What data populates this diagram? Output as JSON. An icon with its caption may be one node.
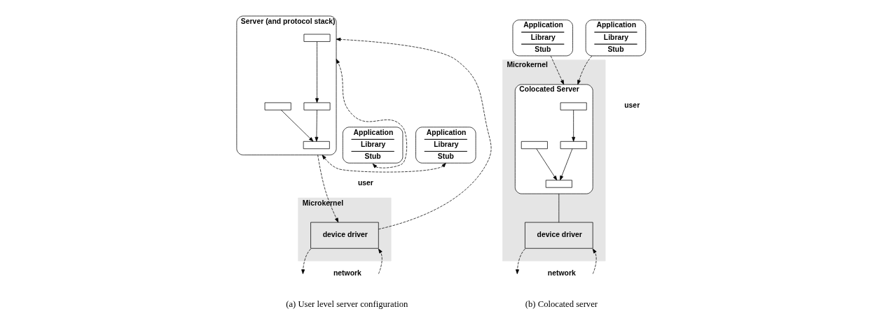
{
  "diagram": {
    "nodes": [
      {
        "text": [
          "Application",
          "Library",
          "Stub"
        ]
      },
      {
        "text": [
          "Server (and protocol stack)"
        ]
      },
      {
        "text": [],
        "shape": "box",
        "in": 1
      },
      {
        "text": [],
        "shape": "box",
        "in": 1
      },
      {
        "text": [],
        "shape": "box",
        "in": 1
      },
      {
        "text": [],
        "shape": "box",
        "in": 1
      },
      {
        "text": [
          "Application",
          "Library",
          "Stub"
        ]
      },
      {
        "text": [
          "Microkernel"
        ]
      },
      {
        "text": [
          "device driver"
        ],
        "in": 7
      },
      {
        "text": [
          "Application",
          "Library",
          "Stub"
        ]
      },
      {
        "text": [
          "Application",
          "Library",
          "Stub"
        ]
      },
      {
        "text": [
          "Microkernel"
        ]
      },
      {
        "text": [
          "Colocated Server"
        ],
        "in": 11
      },
      {
        "text": [],
        "shape": "box",
        "in": 12
      },
      {
        "text": [],
        "shape": "box",
        "in": 12
      },
      {
        "text": [],
        "shape": "box",
        "in": 12
      },
      {
        "text": [],
        "shape": "box",
        "in": 12
      },
      {
        "text": [
          "device driver"
        ],
        "in": 11
      }
    ],
    "edges": [
      {
        "from": 2,
        "to": 3,
        "arrow": "to"
      },
      {
        "from": 3,
        "to": 5,
        "arrow": "to"
      },
      {
        "from": 4,
        "to": 5,
        "arrow": "to"
      },
      {
        "from": 0,
        "to": 1,
        "arrow": "both",
        "style": "dashed"
      },
      {
        "from": 1,
        "to": 6,
        "arrow": "both",
        "style": "dashed"
      },
      {
        "from": 1,
        "to": 8,
        "arrow": "to",
        "style": "dashed"
      },
      {
        "from": 8,
        "to": 1,
        "arrow": "to",
        "style": "dashed"
      },
      {
        "from": 8,
        "to": null,
        "arrow": "to",
        "style": "dashed"
      },
      {
        "from": null,
        "to": 8,
        "arrow": "to",
        "style": "dashed"
      },
      {
        "from": 9,
        "to": 12,
        "arrow": "to",
        "style": "dashed"
      },
      {
        "from": 10,
        "to": 12,
        "arrow": "to",
        "style": "dashed"
      },
      {
        "from": 13,
        "to": 14,
        "arrow": "to"
      },
      {
        "from": 14,
        "to": 16,
        "arrow": "to"
      },
      {
        "from": 15,
        "to": 16,
        "arrow": "to"
      },
      {
        "from": 12,
        "to": 17,
        "arrow": "none"
      },
      {
        "from": 17,
        "to": null,
        "arrow": "to",
        "style": "dashed"
      },
      {
        "from": null,
        "to": 17,
        "arrow": "to",
        "style": "dashed"
      }
    ],
    "labels": [
      "user",
      "network",
      "(a) User level server configuration",
      "user",
      "network",
      "(b) Colocated server"
    ]
  }
}
